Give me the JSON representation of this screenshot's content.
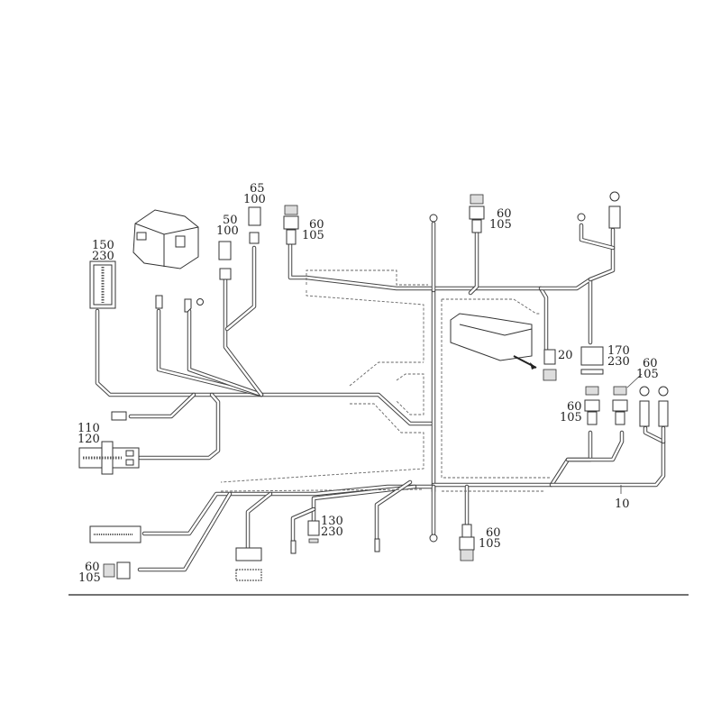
{
  "diagram": {
    "type": "wiring-harness-exploded-view",
    "main_harness_label": "10",
    "callouts": [
      {
        "id": "c-150-230",
        "line1": "150",
        "line2": "230"
      },
      {
        "id": "c-50-100",
        "line1": "50",
        "line2": "100"
      },
      {
        "id": "c-65-100",
        "line1": "65",
        "line2": "100"
      },
      {
        "id": "c-60-105-top-left",
        "line1": "60",
        "line2": "105"
      },
      {
        "id": "c-60-105-top-mid",
        "line1": "60",
        "line2": "105"
      },
      {
        "id": "c-20",
        "line1": "20",
        "line2": ""
      },
      {
        "id": "c-170-230",
        "line1": "170",
        "line2": "230"
      },
      {
        "id": "c-60-105-right-upper",
        "line1": "60",
        "line2": "105"
      },
      {
        "id": "c-60-105-right-lower",
        "line1": "60",
        "line2": "105"
      },
      {
        "id": "c-110-120",
        "line1": "110",
        "line2": "120"
      },
      {
        "id": "c-60-105-bottom-left",
        "line1": "60",
        "line2": "105"
      },
      {
        "id": "c-130-230",
        "line1": "130",
        "line2": "230"
      },
      {
        "id": "c-60-105-bottom-mid",
        "line1": "60",
        "line2": "105"
      }
    ]
  }
}
